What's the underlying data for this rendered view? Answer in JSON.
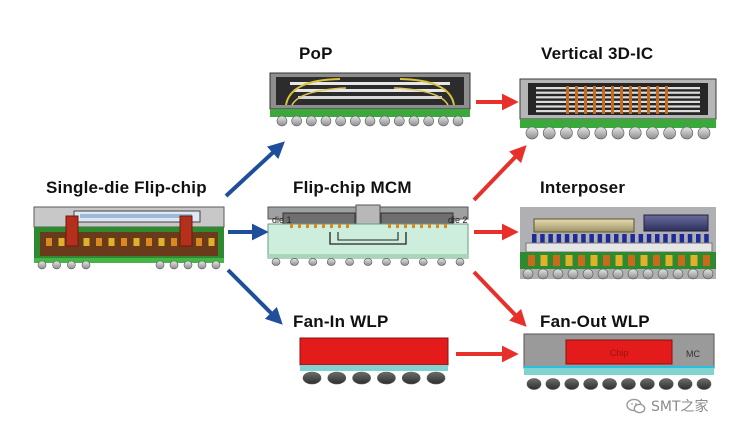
{
  "labels": {
    "single_die": "Single-die Flip-chip",
    "pop": "PoP",
    "mcm": "Flip-chip MCM",
    "fanin": "Fan-In WLP",
    "vertical": "Vertical 3D-IC",
    "interposer": "Interposer",
    "fanout": "Fan-Out WLP"
  },
  "mcm_die_labels": {
    "left": "die 1",
    "right": "die 2"
  },
  "fanout_labels": {
    "chip": "Chip",
    "mold": "MC"
  },
  "watermark": "SMT之家",
  "colors": {
    "blue_arrow": "#1f4e9a",
    "red_arrow": "#e8302b",
    "die_red": "#e41b1b",
    "substrate_green": "#3aa83a",
    "solder_ball": "#b8b8b8",
    "copper": "#c86a1c"
  }
}
